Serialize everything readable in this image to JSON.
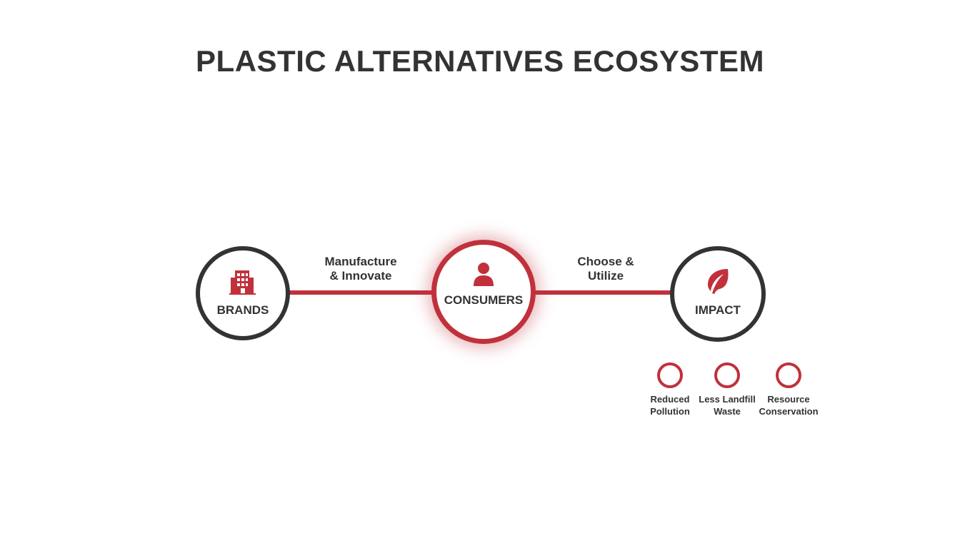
{
  "title": "PLASTIC ALTERNATIVES ECOSYSTEM",
  "colors": {
    "accent": "#c0313b",
    "dark": "#333333",
    "background": "#ffffff"
  },
  "nodes": [
    {
      "label": "BRANDS",
      "icon": "building-icon"
    },
    {
      "label": "CONSUMERS",
      "icon": "person-icon"
    },
    {
      "label": "IMPACT",
      "icon": "leaf-icon"
    }
  ],
  "edges": [
    {
      "line1": "Manufacture",
      "line2": "& Innovate"
    },
    {
      "line1": "Choose &",
      "line2": "Utilize"
    }
  ],
  "impacts": [
    {
      "line1": "Reduced",
      "line2": "Pollution"
    },
    {
      "line1": "Less Landfill",
      "line2": "Waste"
    },
    {
      "line1": "Resource",
      "line2": "Conservation"
    }
  ]
}
